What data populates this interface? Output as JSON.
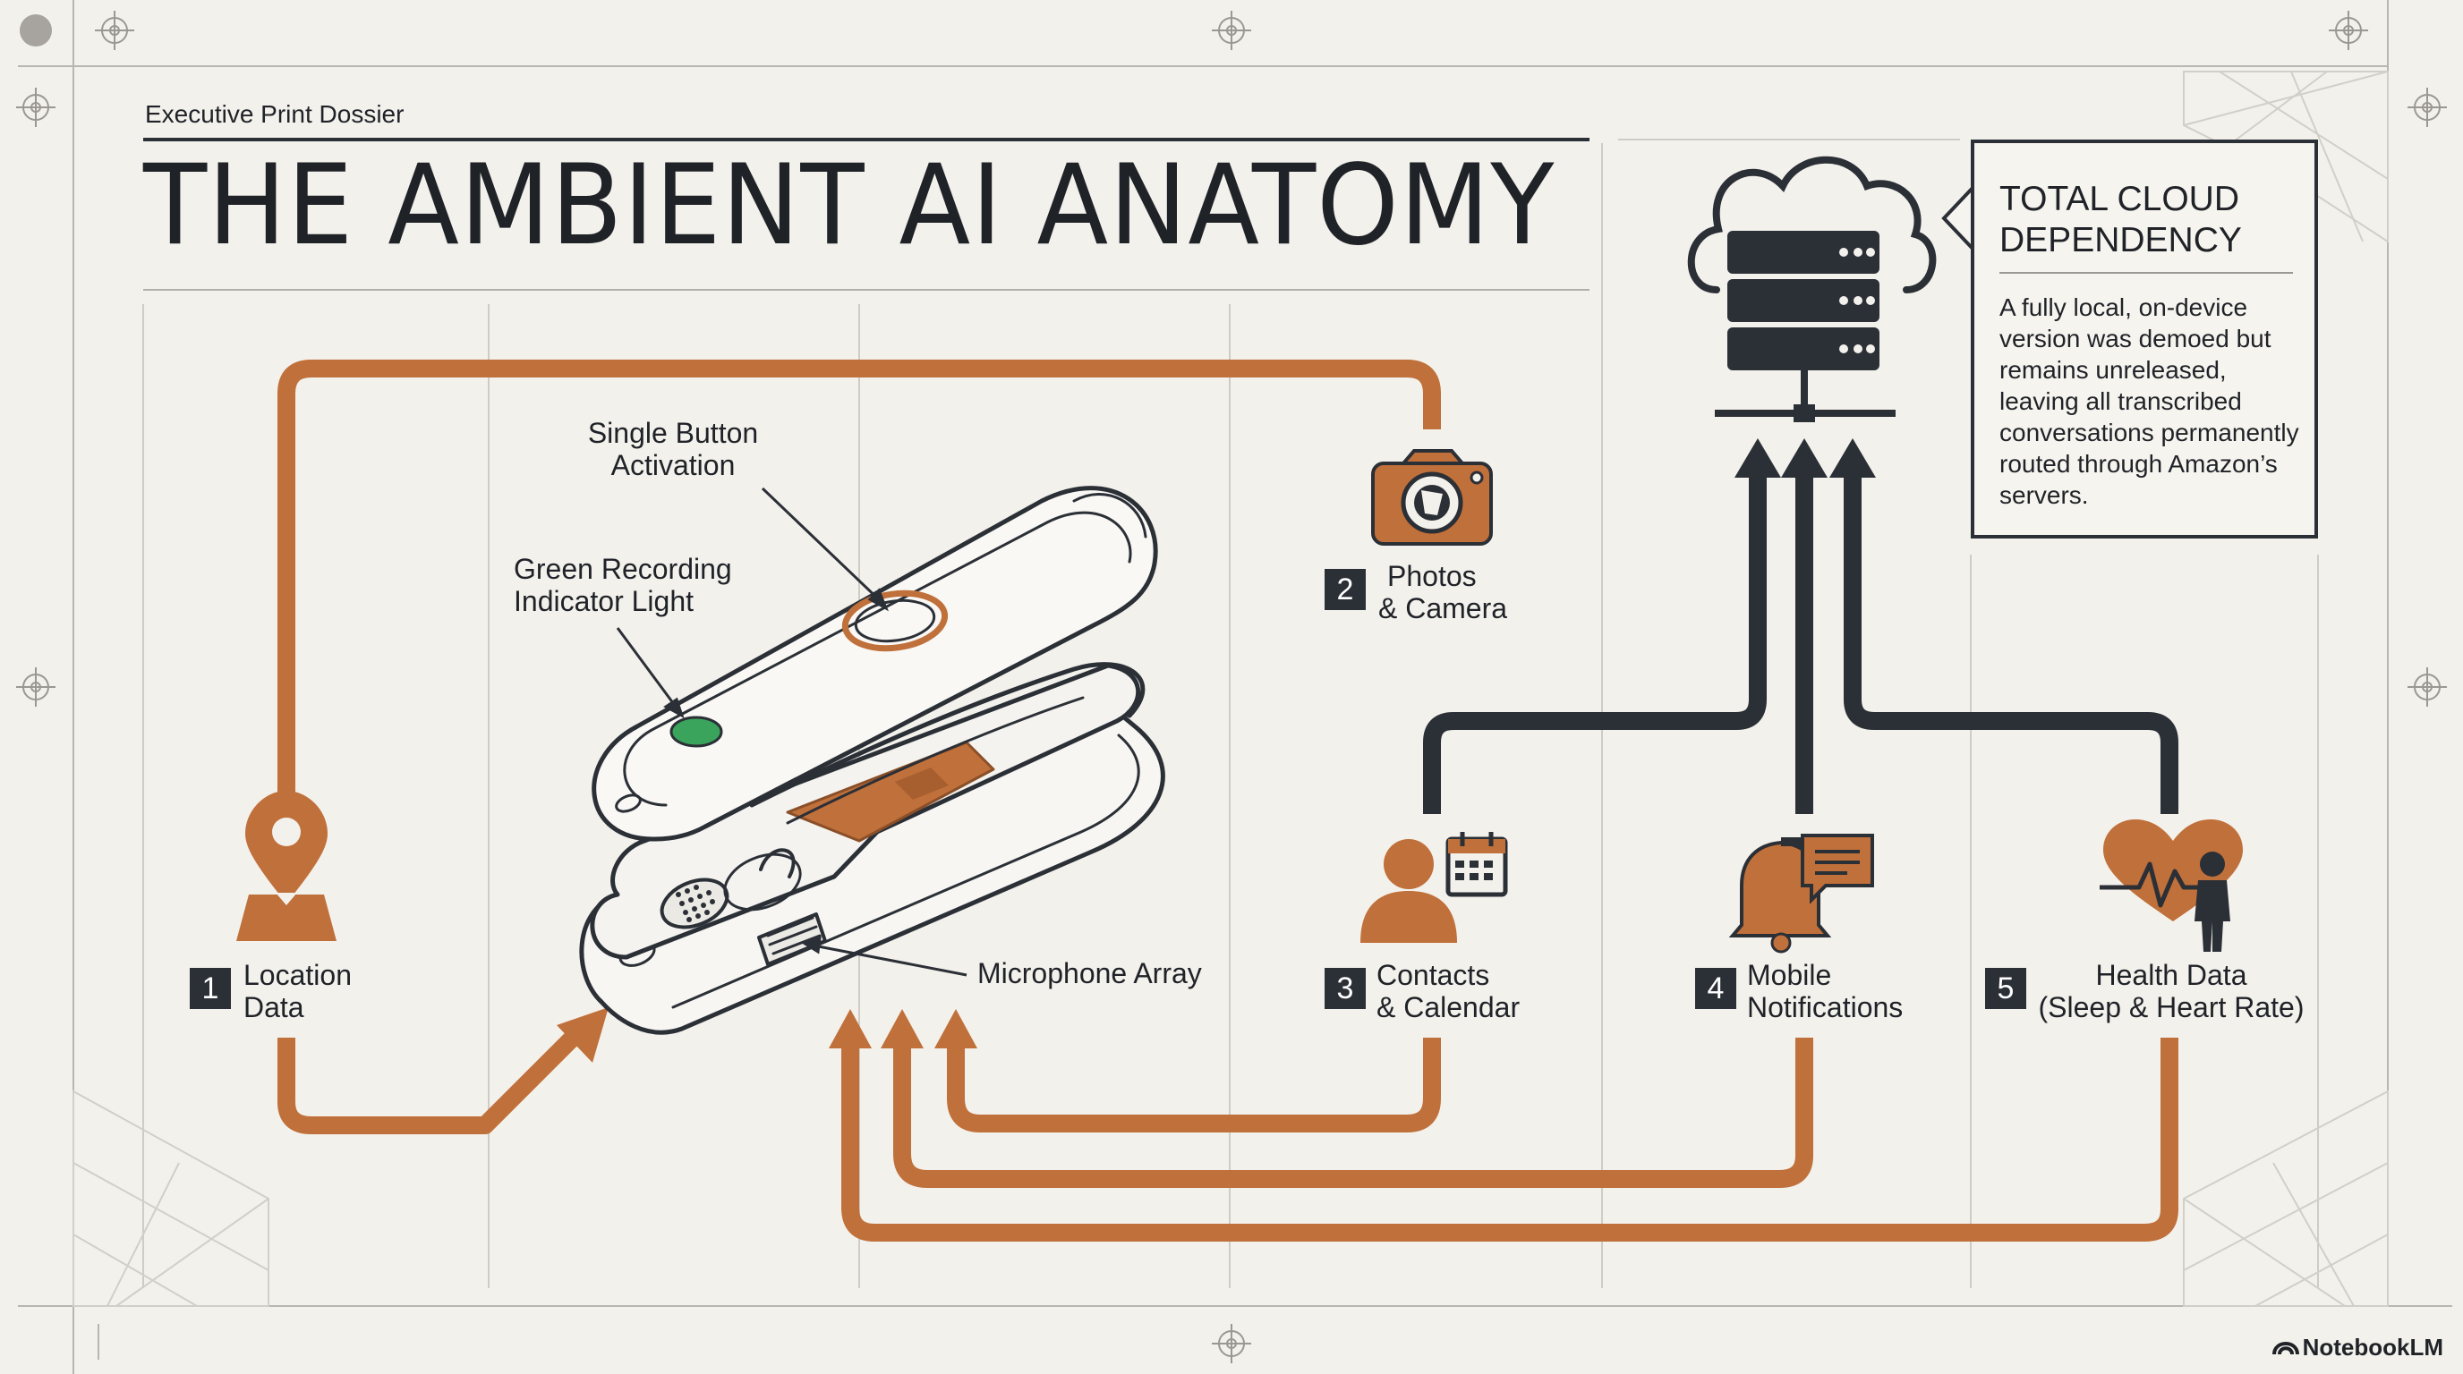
{
  "header": {
    "kicker": "Executive Print Dossier",
    "title": "THE AMBIENT AI ANATOMY"
  },
  "device_callouts": {
    "button": [
      "Single Button",
      "Activation"
    ],
    "light": [
      "Green Recording",
      "Indicator Light"
    ],
    "mic": "Microphone Array"
  },
  "data_sources": [
    {
      "number": "1",
      "lines": [
        "Location",
        "Data"
      ],
      "icon": "location-pin-icon"
    },
    {
      "number": "2",
      "lines": [
        "Photos",
        "& Camera"
      ],
      "icon": "camera-icon"
    },
    {
      "number": "3",
      "lines": [
        "Contacts",
        "& Calendar"
      ],
      "icon": "contacts-calendar-icon"
    },
    {
      "number": "4",
      "lines": [
        "Mobile",
        "Notifications"
      ],
      "icon": "bell-chat-icon"
    },
    {
      "number": "5",
      "lines": [
        "Health Data",
        "(Sleep & Heart Rate)"
      ],
      "icon": "heart-person-icon"
    }
  ],
  "cloud_callout": {
    "title": "TOTAL CLOUD\nDEPENDENCY",
    "body": "A fully local, on-device version was demoed but remains unreleased, leaving all transcribed conversations permanently routed through Amazon’s servers."
  },
  "branding": "NotebookLM",
  "colors": {
    "copper": "#c0703a",
    "charcoal": "#2b2f36",
    "paper": "#f3f1ec",
    "indicator_green": "#3aa35c"
  }
}
